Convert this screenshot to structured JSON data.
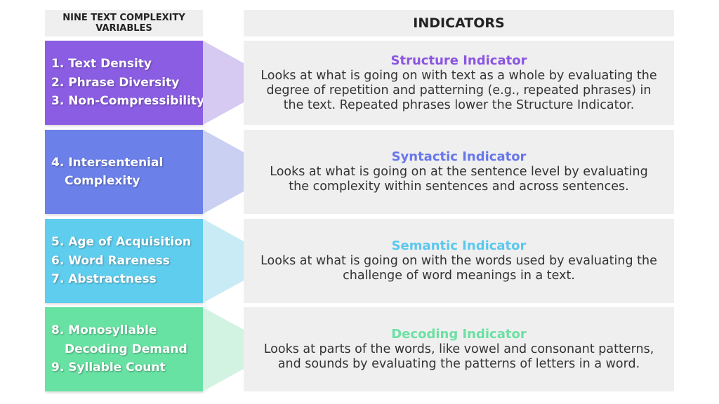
{
  "headers": {
    "left": "NINE TEXT COMPLEXITY VARIABLES",
    "right": "INDICATORS"
  },
  "rows": [
    {
      "color": "#8b5de3",
      "arrow_color": "#d6c9f2",
      "title_color": "#8a55e0",
      "variables": [
        "1. Text Density",
        "2. Phrase Diversity",
        "3. Non-Compressibility"
      ],
      "indicator_title": "Structure Indicator",
      "indicator_desc": "Looks at what is going on with text as a whole by evaluating the degree of repetition and patterning (e.g., repeated phrases) in the text. Repeated phrases lower the Structure Indicator."
    },
    {
      "color": "#6c80ea",
      "arrow_color": "#c9d0f2",
      "title_color": "#6877e8",
      "variables": [
        "4. Intersentenial",
        "Complexity"
      ],
      "indicator_title": "Syntactic Indicator",
      "indicator_desc": "Looks at what is going on at the sentence level by evaluating the complexity within sentences and across sentences."
    },
    {
      "color": "#5fcdee",
      "arrow_color": "#c8ebf5",
      "title_color": "#5bc8ee",
      "variables": [
        "5. Age of Acquisition",
        "6. Word Rareness",
        "7. Abstractness"
      ],
      "indicator_title": "Semantic Indicator",
      "indicator_desc": "Looks at what is going on with the words used by evaluating the challenge of word meanings in a text."
    },
    {
      "color": "#68e2a3",
      "arrow_color": "#d3f3e2",
      "title_color": "#6ce0a4",
      "variables": [
        "8. Monosyllable",
        "Decoding Demand",
        "9. Syllable Count"
      ],
      "indicator_title": "Decoding Indicator",
      "indicator_desc": "Looks at parts of the words, like vowel and consonant patterns, and sounds by evaluating the patterns of letters in a word."
    }
  ]
}
